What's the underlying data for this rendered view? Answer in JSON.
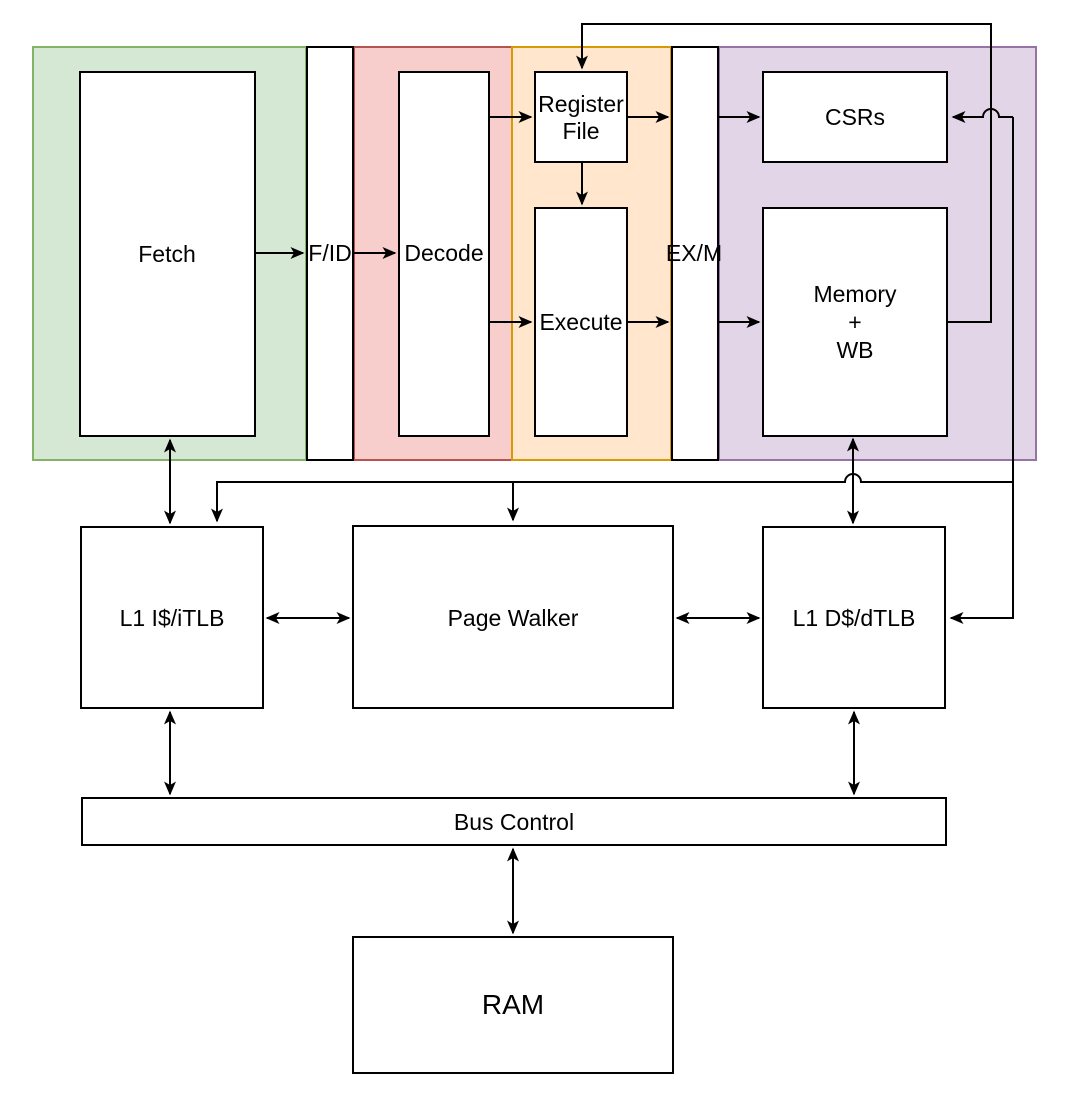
{
  "diagram": {
    "type": "cpu-pipeline-block-diagram",
    "stages": {
      "fetch": {
        "label": "Fetch"
      },
      "fid": {
        "label": "F/ID"
      },
      "decode": {
        "label": "Decode"
      },
      "register_file": {
        "lines": [
          "Register",
          "File"
        ]
      },
      "execute": {
        "label": "Execute"
      },
      "exm": {
        "label": "EX/M"
      },
      "csrs": {
        "label": "CSRs"
      },
      "memory_wb": {
        "lines": [
          "Memory",
          "+",
          "WB"
        ]
      },
      "l1_icache": {
        "label": "L1 I$/iTLB"
      },
      "page_walker": {
        "label": "Page Walker"
      },
      "l1_dcache": {
        "label": "L1 D$/dTLB"
      },
      "bus_control": {
        "label": "Bus Control"
      },
      "ram": {
        "label": "RAM"
      }
    },
    "colors": {
      "fetch_region_fill": "#d5e8d4",
      "fetch_region_stroke": "#82b366",
      "decode_region_fill": "#f8cecc",
      "decode_region_stroke": "#b85450",
      "execute_region_fill": "#ffe6cc",
      "execute_region_stroke": "#d79b00",
      "memory_region_fill": "#e1d5e7",
      "memory_region_stroke": "#9673a6",
      "box_fill": "#ffffff",
      "box_stroke": "#000000",
      "connector": "#000000"
    }
  }
}
